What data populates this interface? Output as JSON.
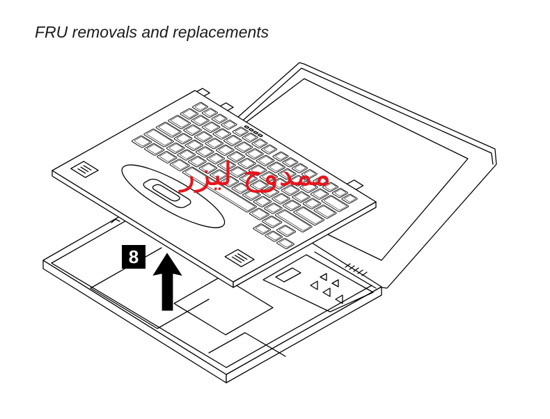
{
  "header": {
    "title": "FRU removals and replacements"
  },
  "step": {
    "number": "8"
  },
  "watermark": {
    "text": "ممدوح ليزر"
  },
  "icons": {
    "lift_direction": "arrow-up-icon"
  },
  "colors": {
    "page_background": "#ffffff",
    "line_art": "#000000",
    "step_badge": "#000000",
    "step_badge_text": "#ffffff",
    "watermark": "#e8141c"
  }
}
